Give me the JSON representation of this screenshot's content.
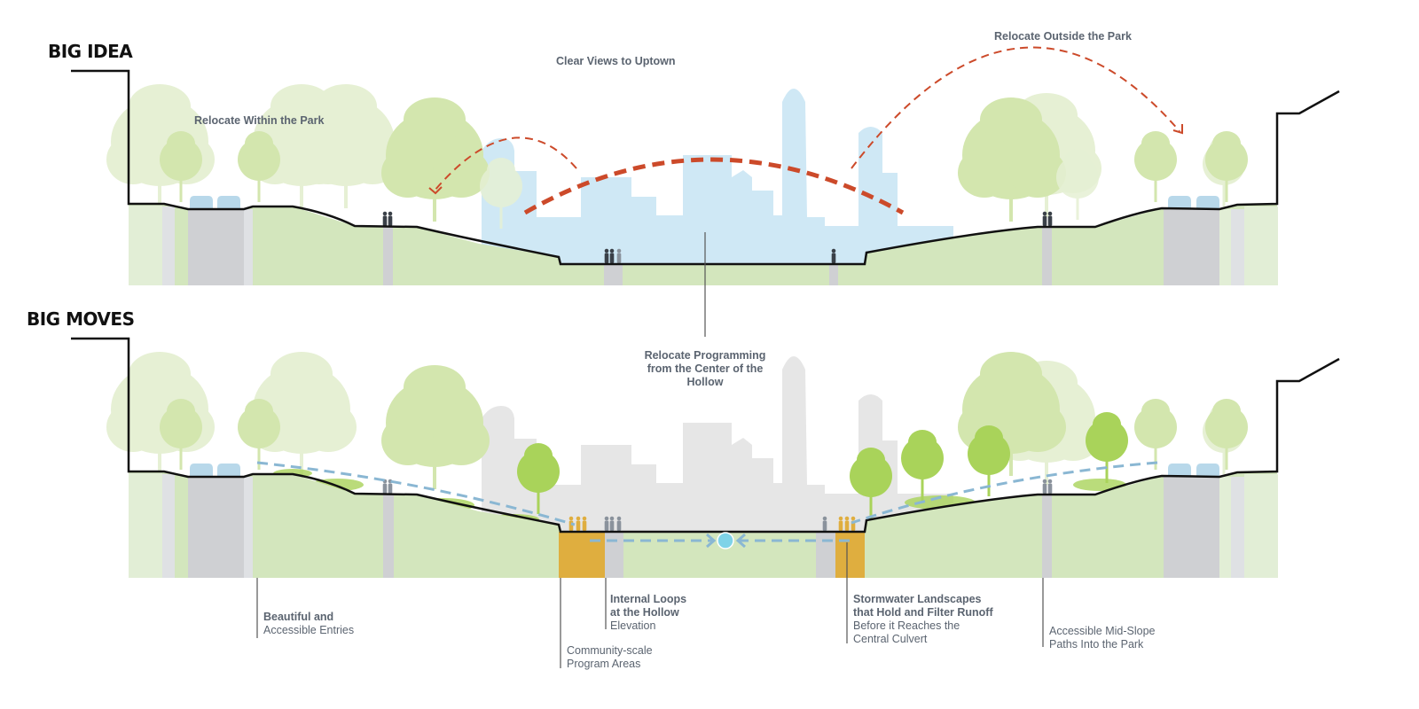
{
  "colors": {
    "ground": "#d3e6bd",
    "ground_light": "#e2eed6",
    "pavement": "#cfd0d3",
    "column": "#dfe1e4",
    "tree_light": "#e6f0d4",
    "tree_mid": "#d3e6ae",
    "tree_bright": "#a9d35a",
    "skyline_blue": "#cfe8f5",
    "skyline_gray": "#e6e6e6",
    "car_blue": "#b8d8ea",
    "arrow_red": "#cc4a2a",
    "water_blue": "#8ab7d3",
    "culvert_blue": "#7fd3e8",
    "program_gold": "#dfae3f",
    "profile_line": "#111111",
    "label_gray": "#5b6470"
  },
  "sections": [
    {
      "id": "big-idea",
      "title": "BIG IDEA",
      "labels": {
        "within": "Relocate Within the Park",
        "views": "Clear Views to Uptown",
        "outside": "Relocate Outside the Park"
      }
    },
    {
      "id": "big-moves",
      "title": "BIG MOVES",
      "labels": {
        "programming": [
          "Relocate Programming",
          "from the Center of the",
          "Hollow"
        ]
      },
      "callouts": [
        {
          "id": "entries",
          "bold": [
            "Beautiful and"
          ],
          "normal": [
            "Accessible Entries"
          ]
        },
        {
          "id": "community",
          "bold": [],
          "normal": [
            "Community-scale",
            "Program Areas"
          ]
        },
        {
          "id": "loops",
          "bold": [
            "Internal Loops",
            "at the Hollow"
          ],
          "normal": [
            "Elevation"
          ]
        },
        {
          "id": "stormwater",
          "bold": [
            "Stormwater Landscapes",
            "that Hold and Filter Runoff"
          ],
          "normal": [
            "Before it Reaches the",
            "Central Culvert"
          ]
        },
        {
          "id": "midslope",
          "bold": [],
          "normal": [
            "Accessible Mid-Slope",
            "Paths Into the Park"
          ]
        }
      ]
    }
  ]
}
